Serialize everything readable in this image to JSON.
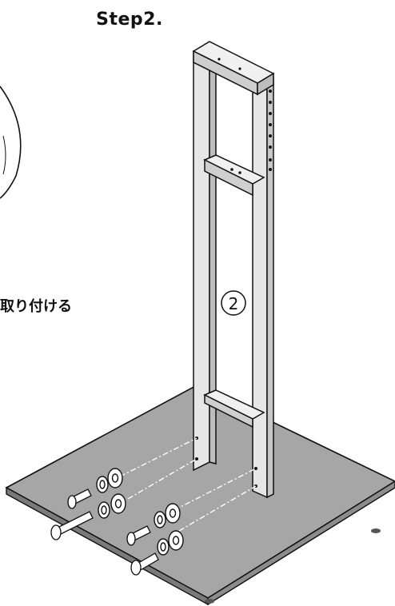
{
  "title": "Step2.",
  "instruction": "取り付ける",
  "part_label": "2",
  "colors": {
    "base": "#a8a8a8",
    "frame": "#d9d9d9",
    "outline": "#111111"
  }
}
